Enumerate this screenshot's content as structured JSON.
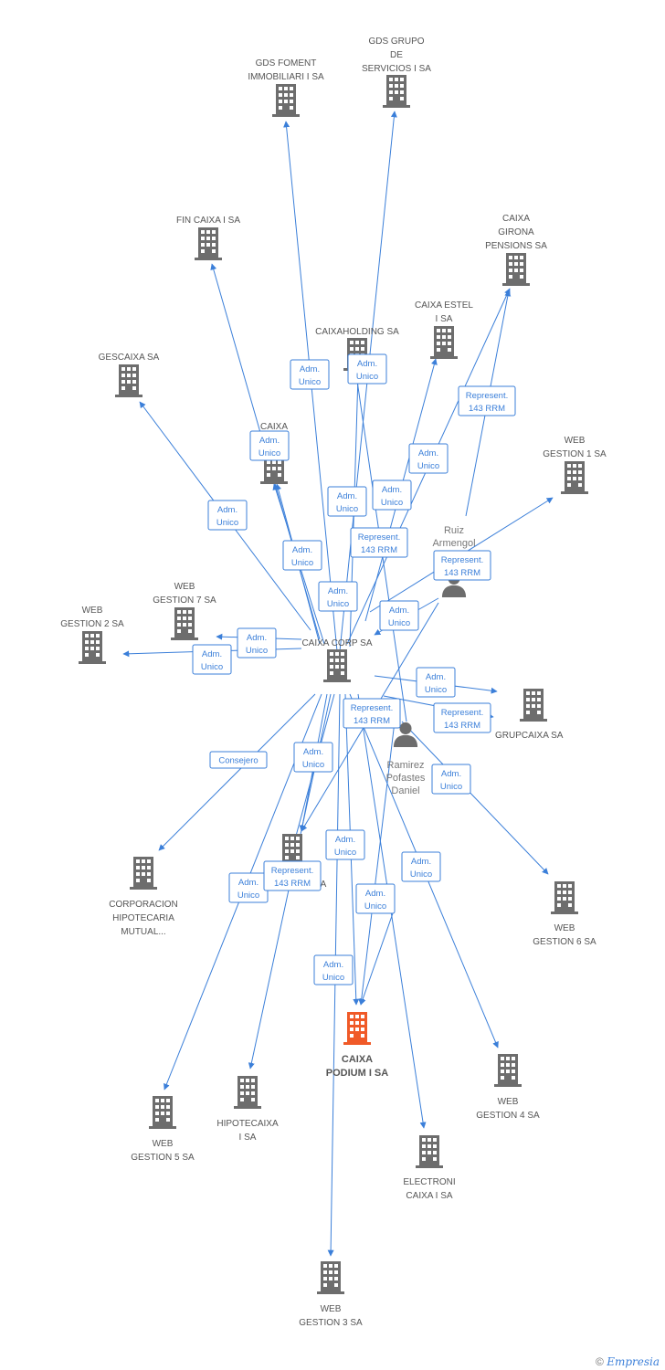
{
  "colors": {
    "edge": "#3b7fd9",
    "company": "#6d6d6d",
    "focus": "#f05a28",
    "person": "#6d6d6d"
  },
  "footer": {
    "copyright": "©",
    "brand": "Empresia"
  },
  "nodes": [
    {
      "id": "gds_foment",
      "type": "company",
      "label": [
        "GDS FOMENT",
        "IMMOBILIARI I SA"
      ]
    },
    {
      "id": "gds_grupo",
      "type": "company",
      "label": [
        "GDS GRUPO",
        "DE",
        "SERVICIOS I SA"
      ]
    },
    {
      "id": "fin_caixa",
      "type": "company",
      "label": [
        "FIN CAIXA I SA"
      ]
    },
    {
      "id": "caixa_girona",
      "type": "company",
      "label": [
        "CAIXA",
        "GIRONA",
        "PENSIONS SA"
      ]
    },
    {
      "id": "caixa_estel",
      "type": "company",
      "label": [
        "CAIXA ESTEL",
        "I SA"
      ]
    },
    {
      "id": "caixaholding",
      "type": "company",
      "label": [
        "CAIXAHOLDING SA"
      ]
    },
    {
      "id": "gescaixa",
      "type": "company",
      "label": [
        "GESCAIXA SA"
      ]
    },
    {
      "id": "caixa_ne",
      "type": "company",
      "label": [
        "CAIXA",
        "NE          SA"
      ]
    },
    {
      "id": "web_gestion1",
      "type": "company",
      "label": [
        "WEB",
        "GESTION 1 SA"
      ]
    },
    {
      "id": "ruiz",
      "type": "person",
      "label": [
        "Ruiz",
        "Armengol",
        "Fra"
      ]
    },
    {
      "id": "web_gestion7",
      "type": "company",
      "label": [
        "WEB",
        "GESTION 7 SA"
      ]
    },
    {
      "id": "web_gestion2",
      "type": "company",
      "label": [
        "WEB",
        "GESTION 2 SA"
      ]
    },
    {
      "id": "caixa_corp",
      "type": "company",
      "label": [
        "CAIXA CORP SA"
      ]
    },
    {
      "id": "grupcaixa",
      "type": "company",
      "label": [
        "GRUPCAIXA SA"
      ]
    },
    {
      "id": "ramirez",
      "type": "person",
      "label": [
        "Ramirez",
        "Pofastes",
        "Daniel"
      ]
    },
    {
      "id": "corporacion",
      "type": "company",
      "label": [
        "CORPORACION",
        "HIPOTECARIA",
        "MUTUAL..."
      ]
    },
    {
      "id": "mid_sa",
      "type": "company",
      "label": [
        "SA"
      ]
    },
    {
      "id": "web_gestion6",
      "type": "company",
      "label": [
        "WEB",
        "GESTION 6 SA"
      ]
    },
    {
      "id": "caixa_podium",
      "type": "focus",
      "label": [
        "CAIXA",
        "PODIUM I SA"
      ]
    },
    {
      "id": "web_gestion4",
      "type": "company",
      "label": [
        "WEB",
        "GESTION 4 SA"
      ]
    },
    {
      "id": "hipotecaixa",
      "type": "company",
      "label": [
        "HIPOTECAIXA",
        "I SA"
      ]
    },
    {
      "id": "web_gestion5",
      "type": "company",
      "label": [
        "WEB",
        "GESTION 5 SA"
      ]
    },
    {
      "id": "electroni",
      "type": "company",
      "label": [
        "ELECTRONI",
        "CAIXA I SA"
      ]
    },
    {
      "id": "web_gestion3",
      "type": "company",
      "label": [
        "WEB",
        "GESTION 3 SA"
      ]
    }
  ],
  "badges": [
    {
      "lines": [
        "Adm.",
        "Unico"
      ]
    },
    {
      "lines": [
        "Adm.",
        "Unico"
      ]
    },
    {
      "lines": [
        "Represent.",
        "143 RRM"
      ]
    },
    {
      "lines": [
        "Adm.",
        "Unico"
      ]
    },
    {
      "lines": [
        "Adm.",
        "Unico"
      ]
    },
    {
      "lines": [
        "Adm.",
        "Unico"
      ]
    },
    {
      "lines": [
        "Adm.",
        "Unico"
      ]
    },
    {
      "lines": [
        "Adm.",
        "Unico"
      ]
    },
    {
      "lines": [
        "Represent.",
        "143 RRM"
      ]
    },
    {
      "lines": [
        "Adm.",
        "Unico"
      ]
    },
    {
      "lines": [
        "Adm.",
        "Unico"
      ]
    },
    {
      "lines": [
        "Represent.",
        "143 RRM"
      ]
    },
    {
      "lines": [
        "Adm.",
        "Unico"
      ]
    },
    {
      "lines": [
        "Adm.",
        "Unico"
      ]
    },
    {
      "lines": [
        "Adm.",
        "Unico"
      ]
    },
    {
      "lines": [
        "Adm.",
        "Unico"
      ]
    },
    {
      "lines": [
        "Represent.",
        "143 RRM"
      ]
    },
    {
      "lines": [
        "Represent.",
        "143 RRM"
      ]
    },
    {
      "lines": [
        "Consejero"
      ]
    },
    {
      "lines": [
        "Adm.",
        "Unico"
      ]
    },
    {
      "lines": [
        "Adm.",
        "Unico"
      ]
    },
    {
      "lines": [
        "Adm.",
        "Unico"
      ]
    },
    {
      "lines": [
        "Adm.",
        "Unico"
      ]
    },
    {
      "lines": [
        "Adm.",
        "Unico"
      ]
    },
    {
      "lines": [
        "Represent.",
        "143 RRM"
      ]
    },
    {
      "lines": [
        "Adm.",
        "Unico"
      ]
    },
    {
      "lines": [
        "Adm.",
        "Unico"
      ]
    }
  ]
}
